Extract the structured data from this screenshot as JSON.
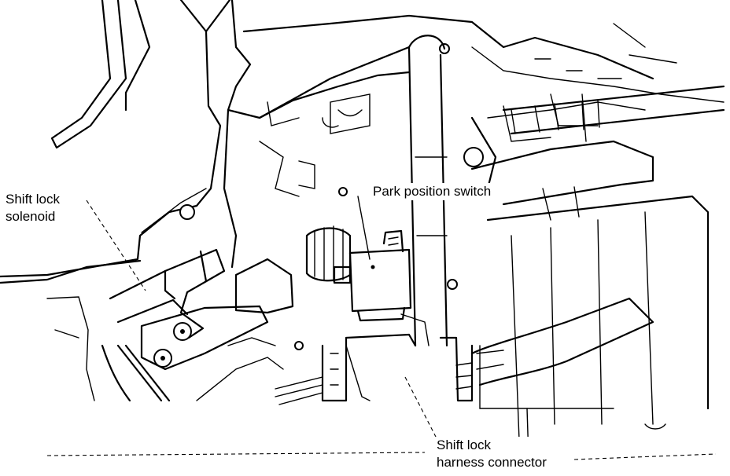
{
  "labels": {
    "shift_lock_solenoid_line1": "Shift lock",
    "shift_lock_solenoid_line2": "solenoid",
    "park_position_switch": "Park position switch",
    "shift_lock_harness_connector_line1": "Shift lock",
    "shift_lock_harness_connector_line2": "harness connector"
  },
  "colors": {
    "ink": "#000000",
    "background": "#ffffff"
  }
}
